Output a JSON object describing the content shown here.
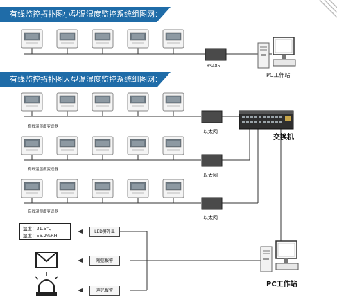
{
  "small_net": {
    "title": "有线监控拓扑图小型温湿度监控系统组图网：",
    "converter_label": "RS485",
    "pc_label": "PC工作站"
  },
  "large_net": {
    "title": "有线监控拓扑图大型温湿度监控系统组图网：",
    "rows": [
      {
        "caption": "有线温湿度变送器",
        "ethernet_label": "以太网"
      },
      {
        "caption": "有线温湿度变送器",
        "ethernet_label": "以太网"
      },
      {
        "caption": "有线温湿度变送器",
        "ethernet_label": "以太网"
      }
    ],
    "switch_label": "交换机",
    "pc_label": "PC工作站"
  },
  "alarms": {
    "lcd_lines": [
      "温度：21.5℃",
      "湿度：56.2%RH"
    ],
    "buttons": [
      "LED屏外显",
      "短信报警",
      "声光报警"
    ],
    "icons": [
      "lcd-display-icon",
      "envelope-icon",
      "alarm-light-icon"
    ]
  },
  "colors": {
    "banner": "#1f6ca8",
    "line": "#333333"
  }
}
